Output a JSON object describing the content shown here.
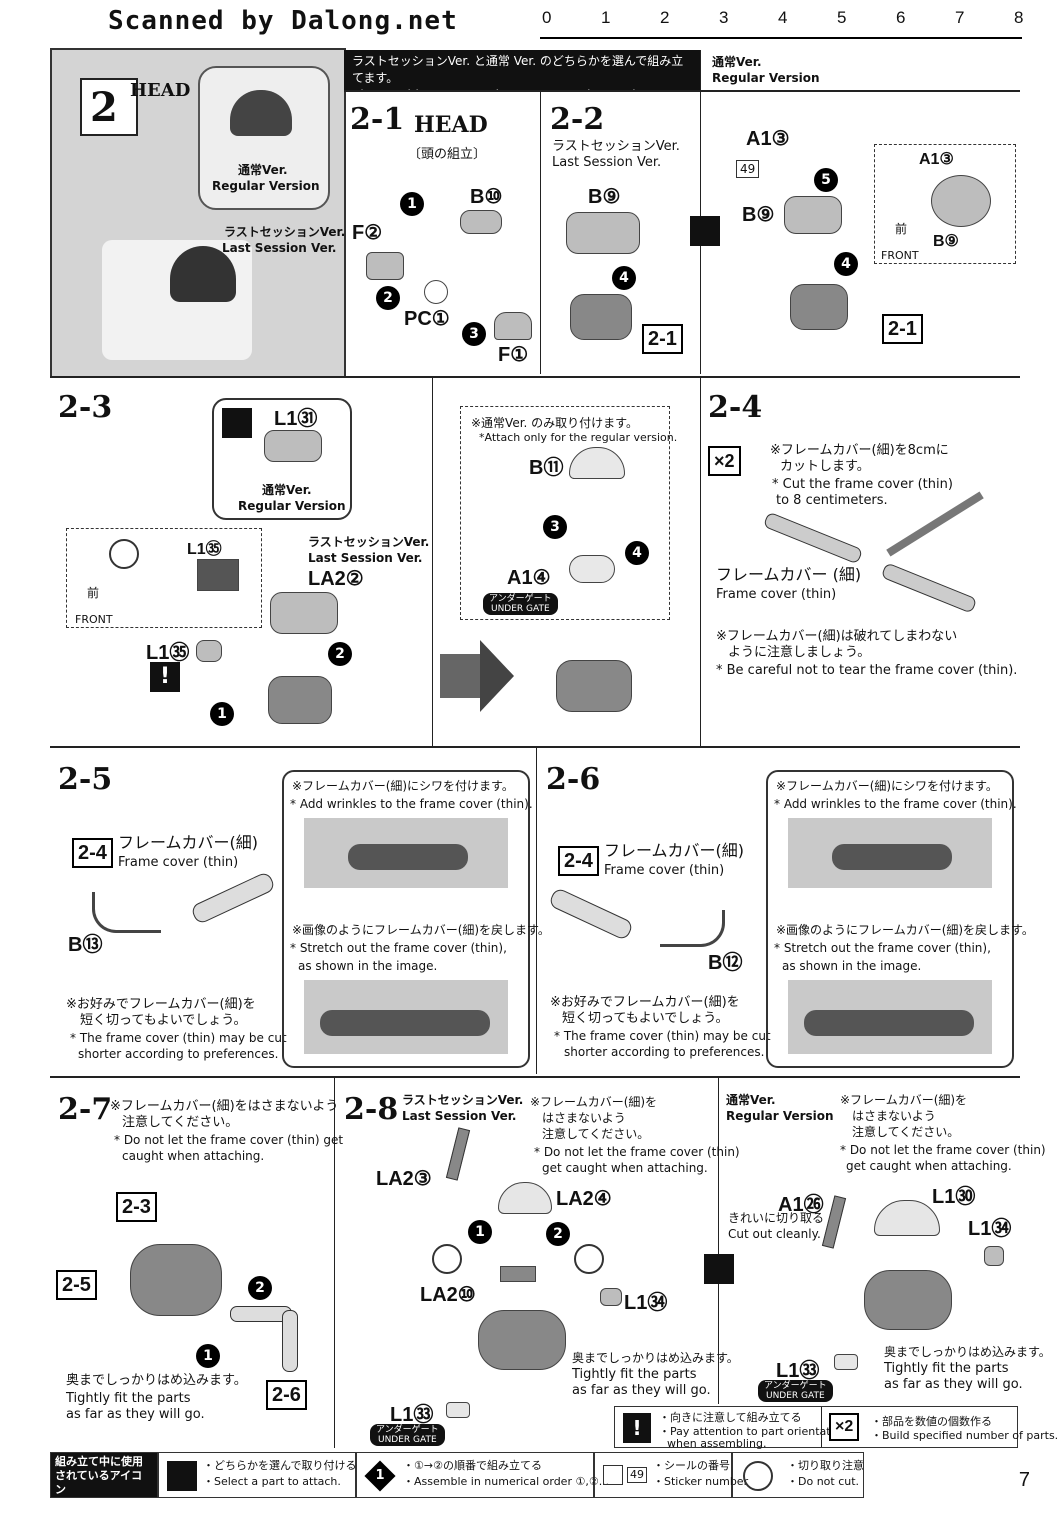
{
  "header": {
    "scanned": "Scanned by Dalong.net",
    "ruler_labels": [
      "0",
      "1",
      "2",
      "3",
      "4",
      "5",
      "6",
      "7",
      "8"
    ]
  },
  "sec2": {
    "num": "2",
    "title": "HEAD",
    "callout_regular_jp": "通常Ver.",
    "callout_regular_en": "Regular Version",
    "callout_last_jp": "ラストセッションVer.",
    "callout_last_en": "Last Session Ver.",
    "banner_jp": "ラストセッションVer. と通常 Ver. のどちらかを選んで組み立てます。",
    "banner_en": "Choose either Last Session Ver. or regular version to build.",
    "regular_tag_jp": "通常Ver.",
    "regular_tag_en": "Regular Version"
  },
  "s21": {
    "num": "2-1",
    "title": "HEAD",
    "sub": "〔頭の組立〕",
    "parts": [
      "B⑩",
      "F②",
      "PC①",
      "F①"
    ],
    "steps": [
      "1",
      "2",
      "3"
    ]
  },
  "s22": {
    "num": "2-2",
    "title_jp": "ラストセッションVer.",
    "title_en": "Last Session Ver.",
    "parts": [
      "B⑨"
    ],
    "ref": "2-1",
    "step": "4"
  },
  "s22r": {
    "parts": [
      "A1③",
      "B⑨"
    ],
    "sticker": "49",
    "front_jp": "前",
    "front_en": "FRONT",
    "inset_parts": [
      "A1③",
      "B⑨"
    ],
    "ref": "2-1",
    "steps": [
      "5",
      "4"
    ]
  },
  "s23": {
    "num": "2-3",
    "parts": [
      "L1㉛",
      "L1㉟",
      "LA2②",
      "L1㉟"
    ],
    "regular_jp": "通常Ver.",
    "regular_en": "Regular Version",
    "last_jp": "ラストセッションVer.",
    "last_en": "Last Session Ver.",
    "front_jp": "前",
    "front_en": "FRONT",
    "steps": [
      "1",
      "2"
    ]
  },
  "s23b": {
    "note_jp": "※通常Ver. のみ取り付けます。",
    "note_en": "*Attach only for the regular version.",
    "parts": [
      "B⑪",
      "A1④"
    ],
    "gate_jp": "アンダーゲート",
    "gate_en": "UNDER GATE",
    "steps": [
      "3",
      "4"
    ]
  },
  "s24": {
    "num": "2-4",
    "mult": "×2",
    "cut_jp1": "※フレームカバー(細)を8cmに",
    "cut_jp2": "カットします。",
    "cut_en1": "* Cut the frame cover (thin)",
    "cut_en2": "to 8 centimeters.",
    "fc_jp": "フレームカバー (細)",
    "fc_en": "Frame cover (thin)",
    "warn_jp1": "※フレームカバー(細)は破れてしまわない",
    "warn_jp2": "ように注意しましょう。",
    "warn_en": "* Be careful not to tear the frame cover (thin)."
  },
  "s25": {
    "num": "2-5",
    "ref": "2-4",
    "fc_jp": "フレームカバー(細)",
    "fc_en": "Frame cover (thin)",
    "part": "B⑬",
    "opt_jp1": "※お好みでフレームカバー(細)を",
    "opt_jp2": "短く切ってもよいでしょう。",
    "opt_en1": "* The frame cover (thin) may be cut",
    "opt_en2": "shorter according to preferences.",
    "wr_jp": "※フレームカバー(細)にシワを付けます。",
    "wr_en": "* Add wrinkles to the frame cover (thin).",
    "st_jp": "※画像のようにフレームカバー(細)を戻します。",
    "st_en1": "* Stretch out the frame cover (thin),",
    "st_en2": "as shown in the image."
  },
  "s26": {
    "num": "2-6",
    "ref": "2-4",
    "fc_jp": "フレームカバー(細)",
    "fc_en": "Frame cover (thin)",
    "part": "B⑫",
    "opt_jp1": "※お好みでフレームカバー(細)を",
    "opt_jp2": "短く切ってもよいでしょう。",
    "opt_en1": "* The frame cover (thin) may be cut",
    "opt_en2": "shorter according to preferences.",
    "wr_jp": "※フレームカバー(細)にシワを付けます。",
    "wr_en": "* Add wrinkles to the frame cover (thin).",
    "st_jp": "※画像のようにフレームカバー(細)を戻します。",
    "st_en1": "* Stretch out the frame cover (thin),",
    "st_en2": "as shown in the image."
  },
  "s27": {
    "num": "2-7",
    "n_jp1": "※フレームカバー(細)をはさまないよう",
    "n_jp2": "注意してください。",
    "n_en1": "* Do not let the frame cover (thin) get",
    "n_en2": "caught when attaching.",
    "refs": [
      "2-3",
      "2-5",
      "2-6"
    ],
    "steps": [
      "2",
      "1"
    ],
    "fit_jp": "奥までしっかりはめ込みます。",
    "fit_en1": "Tightly fit the parts",
    "fit_en2": "as far as they will go."
  },
  "s28": {
    "num": "2-8",
    "title_jp": "ラストセッションVer.",
    "title_en": "Last Session Ver.",
    "n_jp1": "※フレームカバー(細)を",
    "n_jp2": "はさまないよう",
    "n_jp3": "注意してください。",
    "n_en1": "* Do not let the frame cover (thin)",
    "n_en2": "get caught when attaching.",
    "parts": [
      "LA2③",
      "LA2④",
      "LA2⑩",
      "L1㉞",
      "L1㉝"
    ],
    "steps": [
      "1",
      "2"
    ],
    "fit_jp": "奥までしっかりはめ込みます。",
    "fit_en1": "Tightly fit the parts",
    "fit_en2": "as far as they will go.",
    "gate_jp": "アンダーゲート",
    "gate_en": "UNDER GATE"
  },
  "s28r": {
    "title_jp": "通常Ver.",
    "title_en": "Regular Version",
    "n_jp1": "※フレームカバー(細)を",
    "n_jp2": "はさまないよう",
    "n_jp3": "注意してください。",
    "n_en1": "* Do not let the frame cover (thin)",
    "n_en2": "get caught when attaching.",
    "parts": [
      "A1㉖",
      "L1㉚",
      "L1㉞",
      "L1㉝"
    ],
    "cut_jp": "きれいに切り取る",
    "cut_en": "Cut out cleanly.",
    "fit_jp": "奥までしっかりはめ込みます。",
    "fit_en1": "Tightly fit the parts",
    "fit_en2": "as far as they will go.",
    "gate_jp": "アンダーゲート",
    "gate_en": "UNDER GATE"
  },
  "notes": {
    "orient_jp": "・向きに注意して組み立てる",
    "orient_en1": "・Pay attention to part orientation",
    "orient_en2": "when assembling.",
    "mult": "×2",
    "build_jp": "・部品を数値の個数作る",
    "build_en": "・Build specified number of parts."
  },
  "legend": {
    "title_jp1": "組み立て中に使用",
    "title_jp2": "されているアイコン",
    "title_en": "Symbols used in instructions",
    "select_jp": "・どちらかを選んで取り付ける",
    "select_en": "・Select a part to attach.",
    "order_jp": "・①→②の順番で組み立てる",
    "order_en": "・Assemble in numerical order ①,②...",
    "sticker_num": "49",
    "sticker_jp": "・シールの番号",
    "sticker_en": "・Sticker number",
    "nocut_jp": "・切り取り注意",
    "nocut_en": "・Do not cut."
  },
  "page_number": "7"
}
